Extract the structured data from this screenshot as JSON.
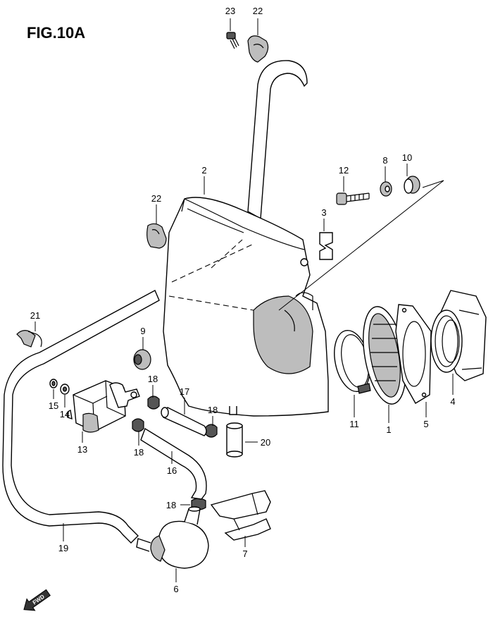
{
  "figure": {
    "title": "FIG.10A"
  },
  "fwd_label": "FWD",
  "callouts": [
    {
      "id": "c23a",
      "text": "23"
    },
    {
      "id": "c22a",
      "text": "22"
    },
    {
      "id": "c2",
      "text": "2"
    },
    {
      "id": "c12",
      "text": "12"
    },
    {
      "id": "c8",
      "text": "8"
    },
    {
      "id": "c10",
      "text": "10"
    },
    {
      "id": "c3",
      "text": "3"
    },
    {
      "id": "c22b",
      "text": "22"
    },
    {
      "id": "c21",
      "text": "21"
    },
    {
      "id": "c9",
      "text": "9"
    },
    {
      "id": "c15",
      "text": "15"
    },
    {
      "id": "c14",
      "text": "14"
    },
    {
      "id": "c13",
      "text": "13"
    },
    {
      "id": "c18a",
      "text": "18"
    },
    {
      "id": "c17",
      "text": "17"
    },
    {
      "id": "c18b",
      "text": "18"
    },
    {
      "id": "c18c",
      "text": "18"
    },
    {
      "id": "c16",
      "text": "16"
    },
    {
      "id": "c20",
      "text": "20"
    },
    {
      "id": "c11",
      "text": "11"
    },
    {
      "id": "c1",
      "text": "1"
    },
    {
      "id": "c5",
      "text": "5"
    },
    {
      "id": "c4",
      "text": "4"
    },
    {
      "id": "c18d",
      "text": "18"
    },
    {
      "id": "c19",
      "text": "19"
    },
    {
      "id": "c7",
      "text": "7"
    },
    {
      "id": "c6",
      "text": "6"
    }
  ]
}
